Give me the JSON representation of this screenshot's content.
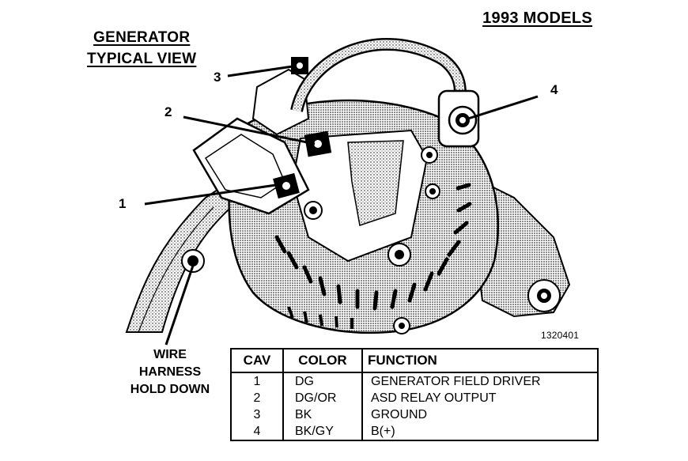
{
  "header": {
    "models": "1993 MODELS",
    "title_line1": "GENERATOR",
    "title_line2": "TYPICAL VIEW"
  },
  "callouts": [
    "1",
    "2",
    "3",
    "4"
  ],
  "figure_id": "1320401",
  "wire_harness_label": [
    "WIRE",
    "HARNESS",
    "HOLD DOWN"
  ],
  "table": {
    "headers": [
      "CAV",
      "COLOR",
      "FUNCTION"
    ],
    "rows": [
      {
        "cav": "1",
        "color": "DG",
        "function": "GENERATOR FIELD DRIVER"
      },
      {
        "cav": "2",
        "color": "DG/OR",
        "function": "ASD RELAY OUTPUT"
      },
      {
        "cav": "3",
        "color": "BK",
        "function": "GROUND"
      },
      {
        "cav": "4",
        "color": "BK/GY",
        "function": "B(+)"
      }
    ]
  }
}
